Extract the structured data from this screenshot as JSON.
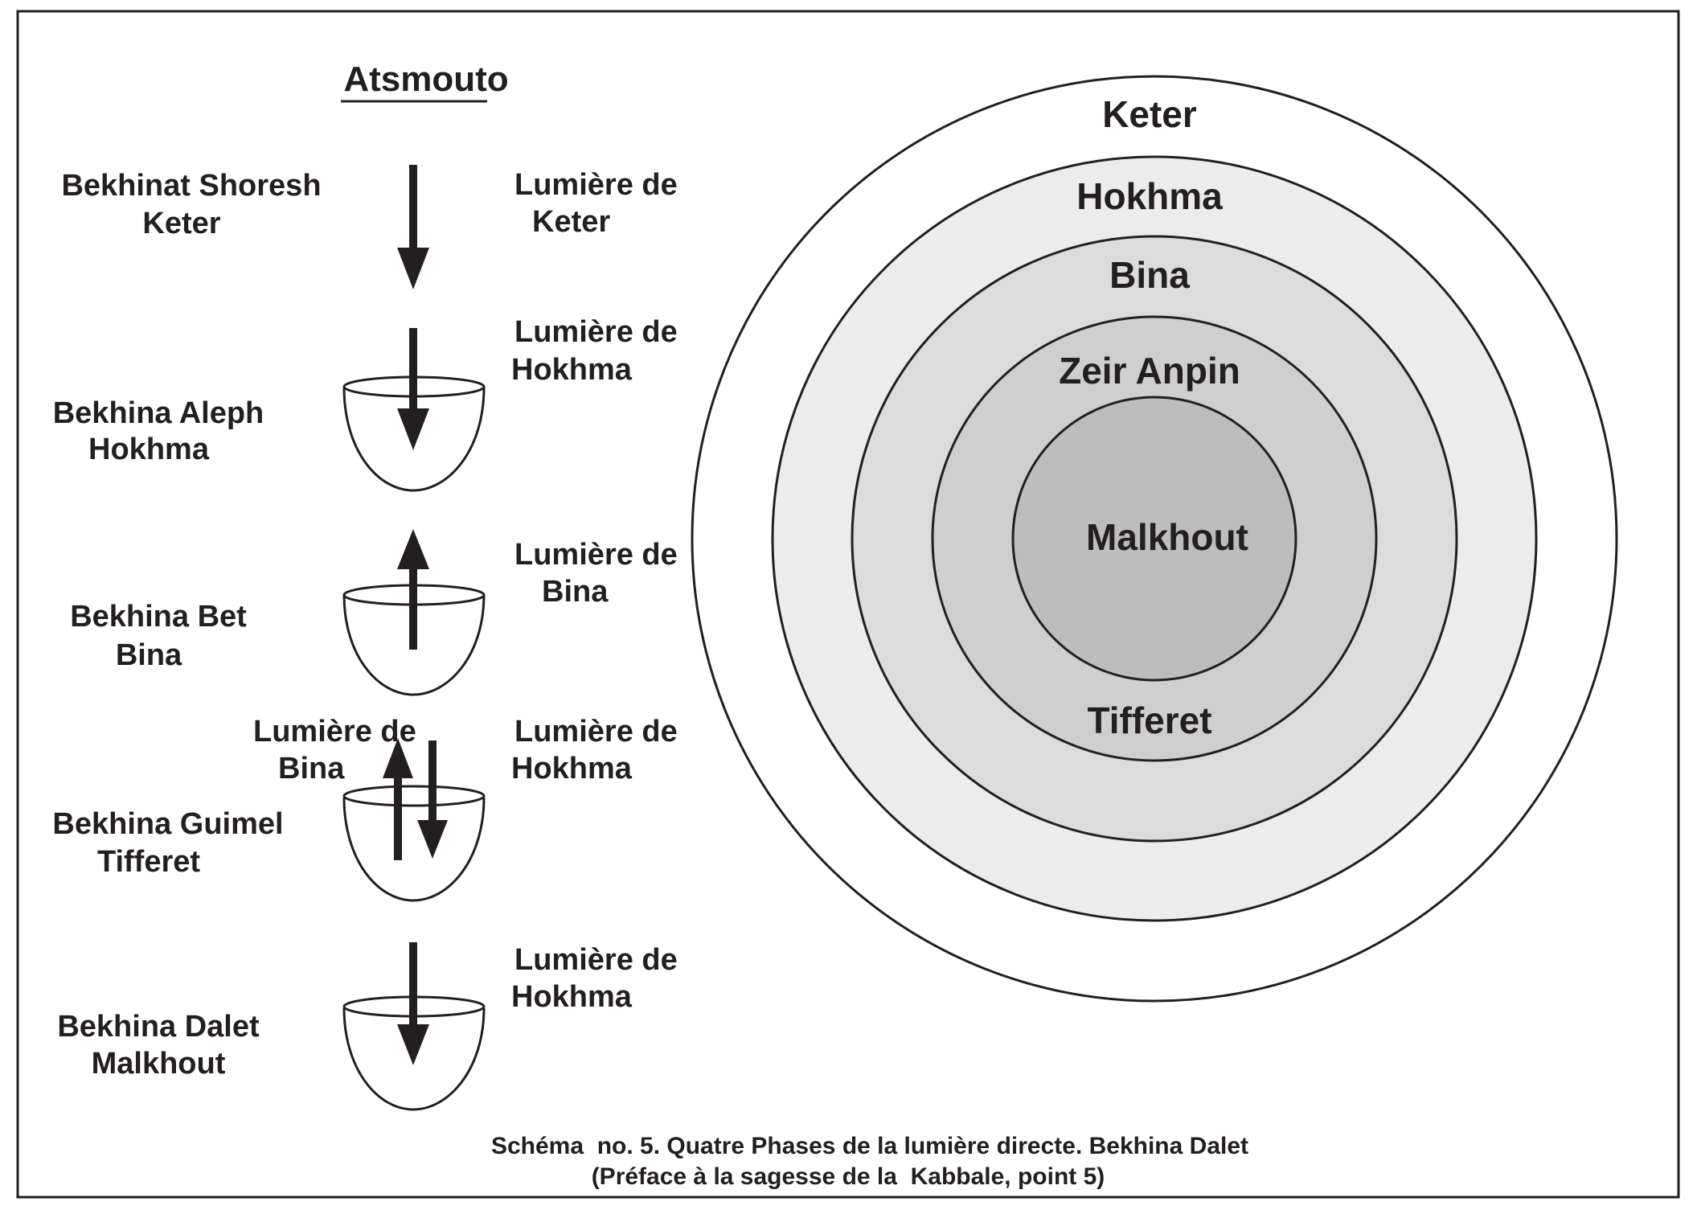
{
  "title": "Atsmouto",
  "phases": [
    {
      "name_line1": "Bekhinat Shoresh",
      "name_line2": "Keter",
      "light_line1": "Lumière de",
      "light_line2": "Keter"
    },
    {
      "name_line1": "Bekhina Aleph",
      "name_line2": "Hokhma",
      "light_line1": "Lumière de",
      "light_line2": "Hokhma"
    },
    {
      "name_line1": "Bekhina Bet",
      "name_line2": "Bina",
      "light_line1": "Lumière de",
      "light_line2": "Bina"
    },
    {
      "name_line1": "Bekhina Guimel",
      "name_line2": "Tifferet",
      "light_line1": "Lumière de",
      "light_line2": "Hokhma",
      "extra_line1": "Lumière de",
      "extra_line2": "Bina"
    },
    {
      "name_line1": "Bekhina Dalet",
      "name_line2": "Malkhout",
      "light_line1": "Lumière de",
      "light_line2": "Hokhma"
    }
  ],
  "rings": {
    "keter": "Keter",
    "hokhma": "Hokhma",
    "bina": "Bina",
    "zeir_anpin": "Zeir Anpin",
    "tifferet": "Tifferet",
    "malkhout": "Malkhout"
  },
  "colors": {
    "ink": "#231f20",
    "ring_keter": "#ffffff",
    "ring_hokhma": "#ececec",
    "ring_bina": "#dcdcdc",
    "ring_zeir_anpin": "#cfcfcf",
    "ring_malkhout": "#bdbdbd"
  },
  "caption": {
    "line1": "Schéma  no. 5. Quatre Phases de la lumière directe. Bekhina Dalet",
    "line2": "(Préface à la sagesse de la  Kabbale, point 5)"
  }
}
